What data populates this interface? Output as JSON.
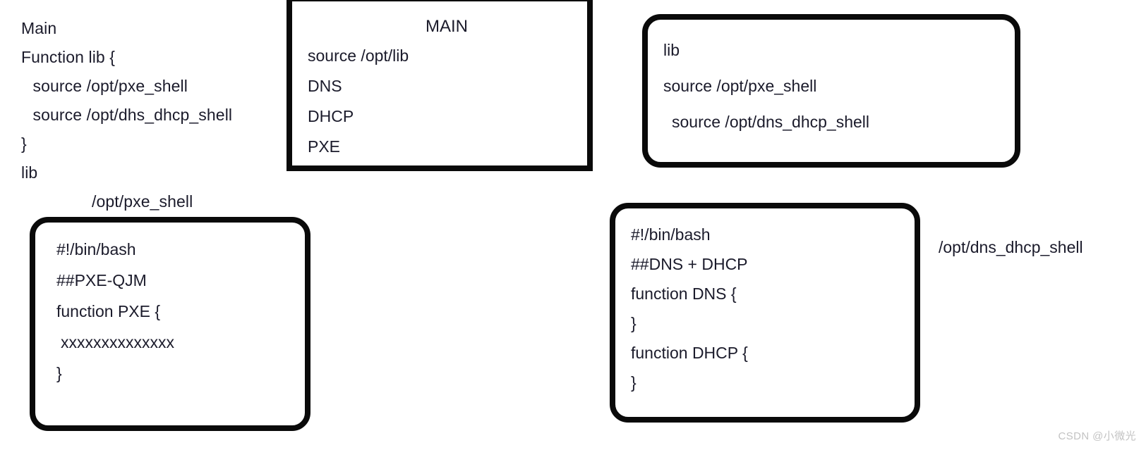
{
  "diagram": {
    "title": "Shell script structure diagram",
    "background_color": "#ffffff",
    "stroke_color": "#0a0a0a",
    "text_color": "#1b1b2b"
  },
  "plain_block": {
    "name": "main-outline-text",
    "lines": [
      "Main",
      "Function lib {",
      " source /opt/pxe_shell",
      " source /opt/dhs_dhcp_shell",
      "}",
      "lib"
    ],
    "path_label": "/opt/pxe_shell"
  },
  "main_box": {
    "shape": "rectangle",
    "title": "MAIN",
    "lines": [
      "source /opt/lib",
      "DNS",
      "DHCP",
      "PXE"
    ]
  },
  "lib_box": {
    "shape": "rounded-rectangle",
    "lines": [
      "lib",
      "source /opt/pxe_shell",
      "source /opt/dns_dhcp_shell"
    ]
  },
  "pxe_box": {
    "shape": "rounded-rectangle",
    "lines": [
      "#!/bin/bash",
      "##PXE-QJM",
      "function PXE {",
      "xxxxxxxxxxxxxx",
      "}"
    ]
  },
  "dns_box": {
    "shape": "rounded-rectangle",
    "lines": [
      "#!/bin/bash",
      "##DNS + DHCP",
      "function DNS {",
      "}",
      "function DHCP {",
      "}"
    ]
  },
  "side_label": {
    "text": "/opt/dns_dhcp_shell"
  },
  "watermark": {
    "text": "CSDN @小微光"
  }
}
